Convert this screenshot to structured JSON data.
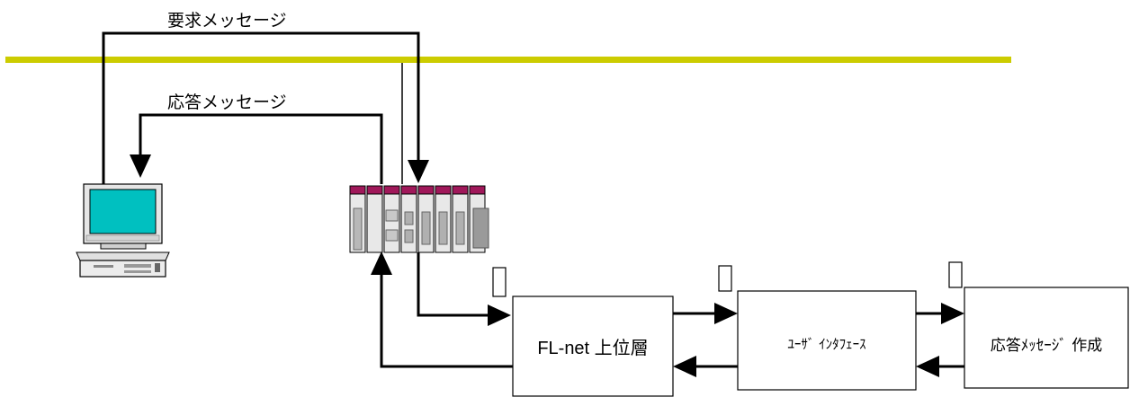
{
  "colors": {
    "network_bus": "#cccc00",
    "monitor_screen": "#00c0c0",
    "plc_accent": "#a0185a",
    "line": "#000000"
  },
  "messages": {
    "request": "要求メッセージ",
    "response": "応答メッセージ"
  },
  "boxes": {
    "upper_layer": "FL-net 上位層",
    "user_interface": "ﾕｰｻﾞ ｲﾝﾀﾌｪｰｽ",
    "response_builder": "応答ﾒｯｾｰｼﾞ 作成"
  },
  "icons": {
    "computer": "desktop-computer-icon",
    "plc": "plc-rack-icon"
  }
}
